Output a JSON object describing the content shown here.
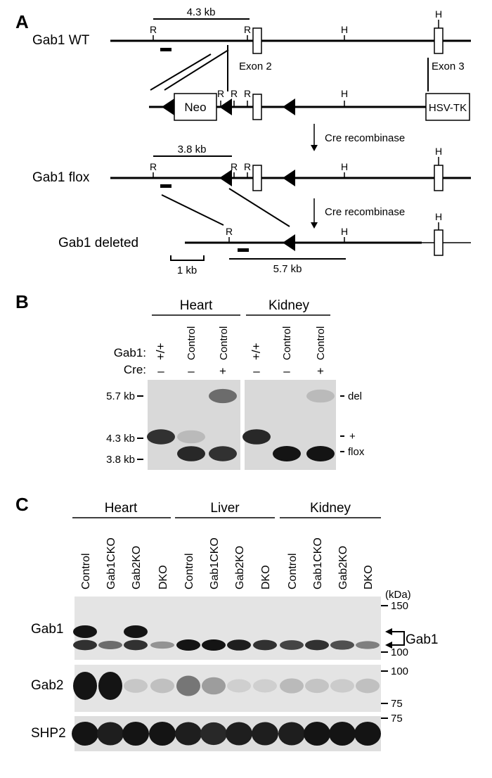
{
  "panelA": {
    "letter": "A",
    "rows": {
      "wt": "Gab1 WT",
      "flox": "Gab1 flox",
      "deleted": "Gab1 deleted"
    },
    "site_labels": {
      "ecori": "R",
      "hindiii": "H"
    },
    "exon2": "Exon 2",
    "exon3": "Exon 3",
    "neo": "Neo",
    "hsv_tk": "HSV-TK",
    "cre1": "Cre recombinase",
    "cre2": "Cre recombinase",
    "frag_wt": "4.3 kb",
    "frag_flox": "3.8 kb",
    "frag_del": "5.7 kb",
    "scale": "1 kb"
  },
  "panelB": {
    "letter": "B",
    "tissues": [
      "Heart",
      "Kidney"
    ],
    "row_labels": {
      "gab1": "Gab1:",
      "cre": "Cre:"
    },
    "gab1_genotypes": [
      "+/+",
      "Control",
      "Control",
      "+/+",
      "Control",
      "Control"
    ],
    "cre": [
      "–",
      "–",
      "+",
      "–",
      "–",
      "+"
    ],
    "markers": [
      "5.7 kb",
      "4.3 kb",
      "3.8 kb"
    ],
    "band_labels": [
      "del",
      "+",
      "flox"
    ],
    "bands": [
      [
        {
          "kb": 4.3,
          "i": 0.85
        }
      ],
      [
        {
          "kb": 3.8,
          "i": 0.9
        },
        {
          "kb": 4.3,
          "i": 0.15
        }
      ],
      [
        {
          "kb": 3.8,
          "i": 0.85
        },
        {
          "kb": 5.7,
          "i": 0.55
        }
      ],
      [
        {
          "kb": 4.3,
          "i": 0.9
        }
      ],
      [
        {
          "kb": 3.8,
          "i": 1.0
        }
      ],
      [
        {
          "kb": 3.8,
          "i": 1.0
        },
        {
          "kb": 5.7,
          "i": 0.15
        }
      ]
    ]
  },
  "panelC": {
    "letter": "C",
    "tissues": [
      "Heart",
      "Liver",
      "Kidney"
    ],
    "lanes": [
      "Control",
      "Gab1CKO",
      "Gab2KO",
      "DKO",
      "Control",
      "Gab1CKO",
      "Gab2KO",
      "DKO",
      "Control",
      "Gab1CKO",
      "Gab2KO",
      "DKO"
    ],
    "kda_label": "(kDa)",
    "blots": [
      "Gab1",
      "Gab2",
      "SHP2"
    ],
    "markers_gab1": [
      "150",
      "100"
    ],
    "markers_gab2": [
      "100",
      "75"
    ],
    "markers_shp2": [
      "75"
    ],
    "gab1_arrow_label": "Gab1",
    "gab1_upper": [
      1.0,
      0,
      1.0,
      0,
      0,
      0,
      0,
      0,
      0,
      0,
      0,
      0
    ],
    "gab1_lower": [
      0.85,
      0.55,
      0.85,
      0.35,
      1.0,
      1.0,
      0.95,
      0.85,
      0.75,
      0.85,
      0.7,
      0.45
    ],
    "gab2": [
      1.0,
      1.0,
      0.08,
      0.12,
      0.5,
      0.3,
      0.04,
      0.04,
      0.15,
      0.1,
      0.06,
      0.12
    ],
    "shp2": [
      1.0,
      0.95,
      1.0,
      1.0,
      0.95,
      0.9,
      0.95,
      0.95,
      0.95,
      1.0,
      1.0,
      1.0
    ]
  }
}
